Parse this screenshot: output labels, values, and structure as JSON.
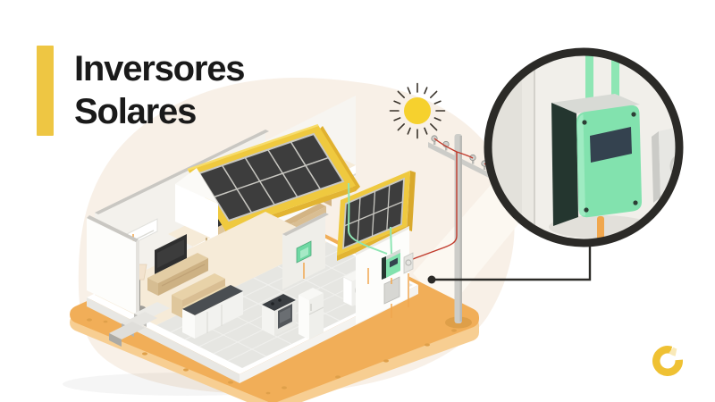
{
  "title": {
    "line1": "Inversores",
    "line2": "Solares"
  },
  "colors": {
    "background": "#FFFFFF",
    "accent_yellow": "#EEC643",
    "title_text": "#1A1A1A",
    "blob_cream": "#F8F0E7",
    "sun_yellow": "#F6D12E",
    "sun_ray": "#3A342C",
    "roof_yellow": "#EFC93F",
    "roof_edge": "#E2B432",
    "solar_panel_dark": "#3D3D3D",
    "panel_grid": "#C9C8C2",
    "platform_orange": "#F1AE58",
    "platform_side": "#F7CE92",
    "platform_dot": "#DFA04A",
    "wall_white": "#FDFDFB",
    "wall_interior": "#F3F1EC",
    "wall_cut_gray": "#C9C7C2",
    "floor_cream": "#F6EBD8",
    "floor_tile": "#E6E6E2",
    "furniture_tan": "#D9BE93",
    "inverter_green": "#82E2AE",
    "inverter_side_dark": "#24362F",
    "screen_navy": "#34424F",
    "breaker_green": "#6FD8A3",
    "wire_orange": "#F0A74E",
    "wire_red": "#C0392B",
    "wire_mint": "#8EE6B4",
    "pole_gray": "#CDCDC9",
    "magnifier_border": "#2B2A27",
    "magnifier_bg": "#F1EFEA",
    "logo_yellow": "#EFC133",
    "logo_highlight": "#F8E7B0"
  },
  "icons": {
    "sun": "sun-illustration",
    "house": "solar-house-cutaway",
    "pole": "utility-pole",
    "magnifier": "inverter-zoom-detail",
    "callout": "callout-connector",
    "logo": "brand-ring-logo"
  }
}
